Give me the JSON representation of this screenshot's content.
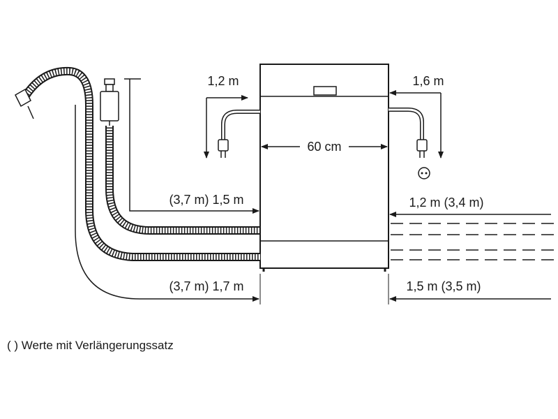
{
  "diagram": {
    "labels": {
      "power_left": "1,2 m",
      "power_right": "1,6 m",
      "width": "60 cm",
      "inlet_left": "(3,7 m) 1,5 m",
      "drain_left": "(3,7 m) 1,7 m",
      "inlet_right": "1,2 m (3,4 m)",
      "drain_right": "1,5 m (3,5 m)"
    },
    "note": "( ) Werte mit Verlängerungssatz"
  }
}
